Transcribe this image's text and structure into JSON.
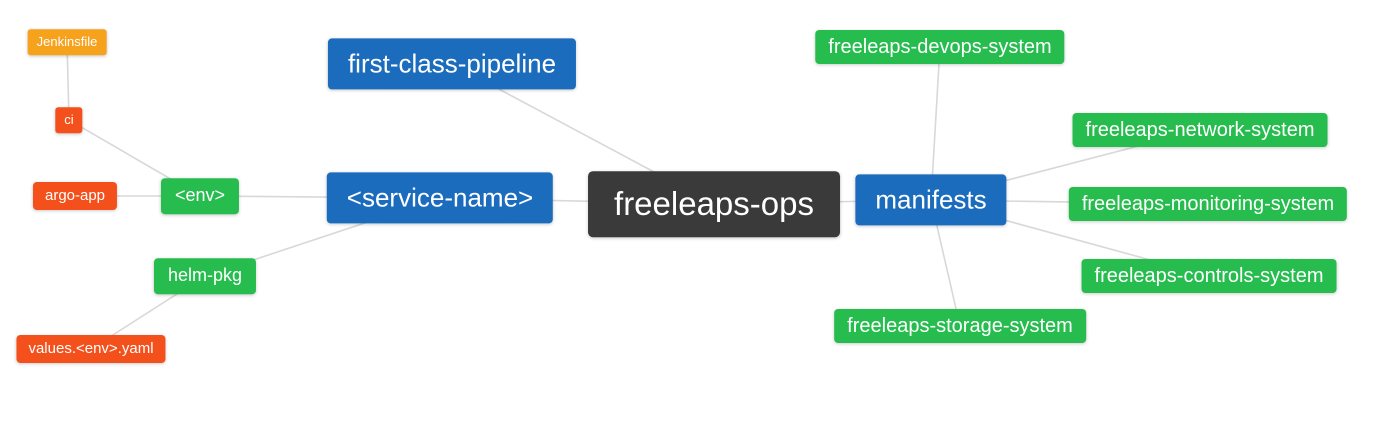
{
  "diagram": {
    "type": "mindmap",
    "root_label": "freeleaps-ops",
    "nodes": [
      {
        "id": "jenkinsfile",
        "label": "Jenkinsfile",
        "color": "orange"
      },
      {
        "id": "ci",
        "label": "ci",
        "color": "red"
      },
      {
        "id": "argo-app",
        "label": "argo-app",
        "color": "red"
      },
      {
        "id": "env",
        "label": "<env>",
        "color": "green"
      },
      {
        "id": "first-class-pipeline",
        "label": "first-class-pipeline",
        "color": "blue"
      },
      {
        "id": "service-name",
        "label": "<service-name>",
        "color": "blue"
      },
      {
        "id": "helm-pkg",
        "label": "helm-pkg",
        "color": "green"
      },
      {
        "id": "values-env-yaml",
        "label": "values.<env>.yaml",
        "color": "red"
      },
      {
        "id": "freeleaps-ops",
        "label": "freeleaps-ops",
        "color": "dark"
      },
      {
        "id": "manifests",
        "label": "manifests",
        "color": "blue"
      },
      {
        "id": "freeleaps-devops-system",
        "label": "freeleaps-devops-system",
        "color": "green"
      },
      {
        "id": "freeleaps-network-system",
        "label": "freeleaps-network-system",
        "color": "green"
      },
      {
        "id": "freeleaps-monitoring-system",
        "label": "freeleaps-monitoring-system",
        "color": "green"
      },
      {
        "id": "freeleaps-controls-system",
        "label": "freeleaps-controls-system",
        "color": "green"
      },
      {
        "id": "freeleaps-storage-system",
        "label": "freeleaps-storage-system",
        "color": "green"
      }
    ],
    "edges": [
      {
        "from": "jenkinsfile",
        "to": "ci"
      },
      {
        "from": "ci",
        "to": "env"
      },
      {
        "from": "argo-app",
        "to": "env"
      },
      {
        "from": "env",
        "to": "service-name"
      },
      {
        "from": "helm-pkg",
        "to": "service-name"
      },
      {
        "from": "values-env-yaml",
        "to": "helm-pkg"
      },
      {
        "from": "first-class-pipeline",
        "to": "freeleaps-ops"
      },
      {
        "from": "service-name",
        "to": "freeleaps-ops"
      },
      {
        "from": "freeleaps-ops",
        "to": "manifests"
      },
      {
        "from": "manifests",
        "to": "freeleaps-devops-system"
      },
      {
        "from": "manifests",
        "to": "freeleaps-network-system"
      },
      {
        "from": "manifests",
        "to": "freeleaps-monitoring-system"
      },
      {
        "from": "manifests",
        "to": "freeleaps-controls-system"
      },
      {
        "from": "manifests",
        "to": "freeleaps-storage-system"
      }
    ],
    "colors": {
      "blue": "#1c6cbe",
      "green": "#26bd4e",
      "red": "#f4501c",
      "orange": "#f6a21d",
      "dark": "#3a3a3a",
      "edge": "#d8d8d8",
      "background": "#ffffff",
      "text": "#ffffff"
    }
  }
}
